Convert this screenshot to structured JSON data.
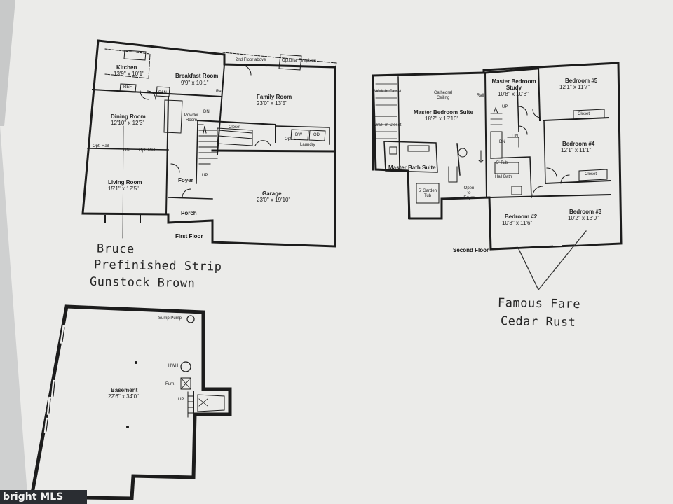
{
  "first_floor": {
    "title": "First Floor",
    "rooms": [
      {
        "name": "Kitchen",
        "dims": "13'9\" x 10'1\""
      },
      {
        "name": "Breakfast Room",
        "dims": "9'9\" x 10'1\""
      },
      {
        "name": "Family Room",
        "dims": "23'0\" x 13'5\""
      },
      {
        "name": "Dining Room",
        "dims": "12'10\" x 12'3\""
      },
      {
        "name": "Living Room",
        "dims": "15'1\" x 12'5\""
      },
      {
        "name": "Garage",
        "dims": "23'0\" x 19'10\""
      }
    ],
    "labels": [
      "2nd Floor above",
      "Optional Fireplace",
      "REF",
      "PAN",
      "Powder Room",
      "DN",
      "Closet",
      "Opt. LT",
      "DW",
      "OD",
      "Laundry",
      "Opt. Rail",
      "Opt. Rail",
      "Foyer",
      "Porch",
      "UP",
      "Rail",
      "DN"
    ]
  },
  "second_floor": {
    "title": "Second Floor",
    "rooms": [
      {
        "name": "Master Bedroom Study",
        "dims": "10'8\" x 10'8\""
      },
      {
        "name": "Bedroom #5",
        "dims": "12'1\" x 11'7\""
      },
      {
        "name": "Master Bedroom Suite",
        "dims": "18'2\" x 15'10\""
      },
      {
        "name": "Bedroom #4",
        "dims": "12'1\" x 11'1\""
      },
      {
        "name": "Bedroom #2",
        "dims": "10'3\" x 11'6\""
      },
      {
        "name": "Bedroom #3",
        "dims": "10'2\" x 13'0\""
      }
    ],
    "labels": [
      "Walk-in Closet",
      "Walk-in Closet",
      "Cathedral Ceiling",
      "Rail",
      "UP",
      "DN",
      "Closet",
      "Closet",
      "LIN",
      "5' Tub",
      "Hall Bath",
      "Master Bath Suite",
      "5' Garden Tub",
      "Open to Foyer"
    ]
  },
  "basement": {
    "title": "",
    "rooms": [
      {
        "name": "Basement",
        "dims": "22'6\" x 34'0\""
      }
    ],
    "labels": [
      "Sump Pump",
      "HWH",
      "Furn.",
      "UP"
    ]
  },
  "handwritten_notes": [
    {
      "lines": [
        "Bruce",
        "Prefinished Strip",
        "Gunstock Brown"
      ]
    },
    {
      "lines": [
        "Famous Fare",
        "Cedar Rust"
      ]
    }
  ],
  "watermark": "bright MLS",
  "colors": {
    "paper": "#ececea",
    "ink": "#1c1c1c",
    "background": "#cfd0d0"
  }
}
